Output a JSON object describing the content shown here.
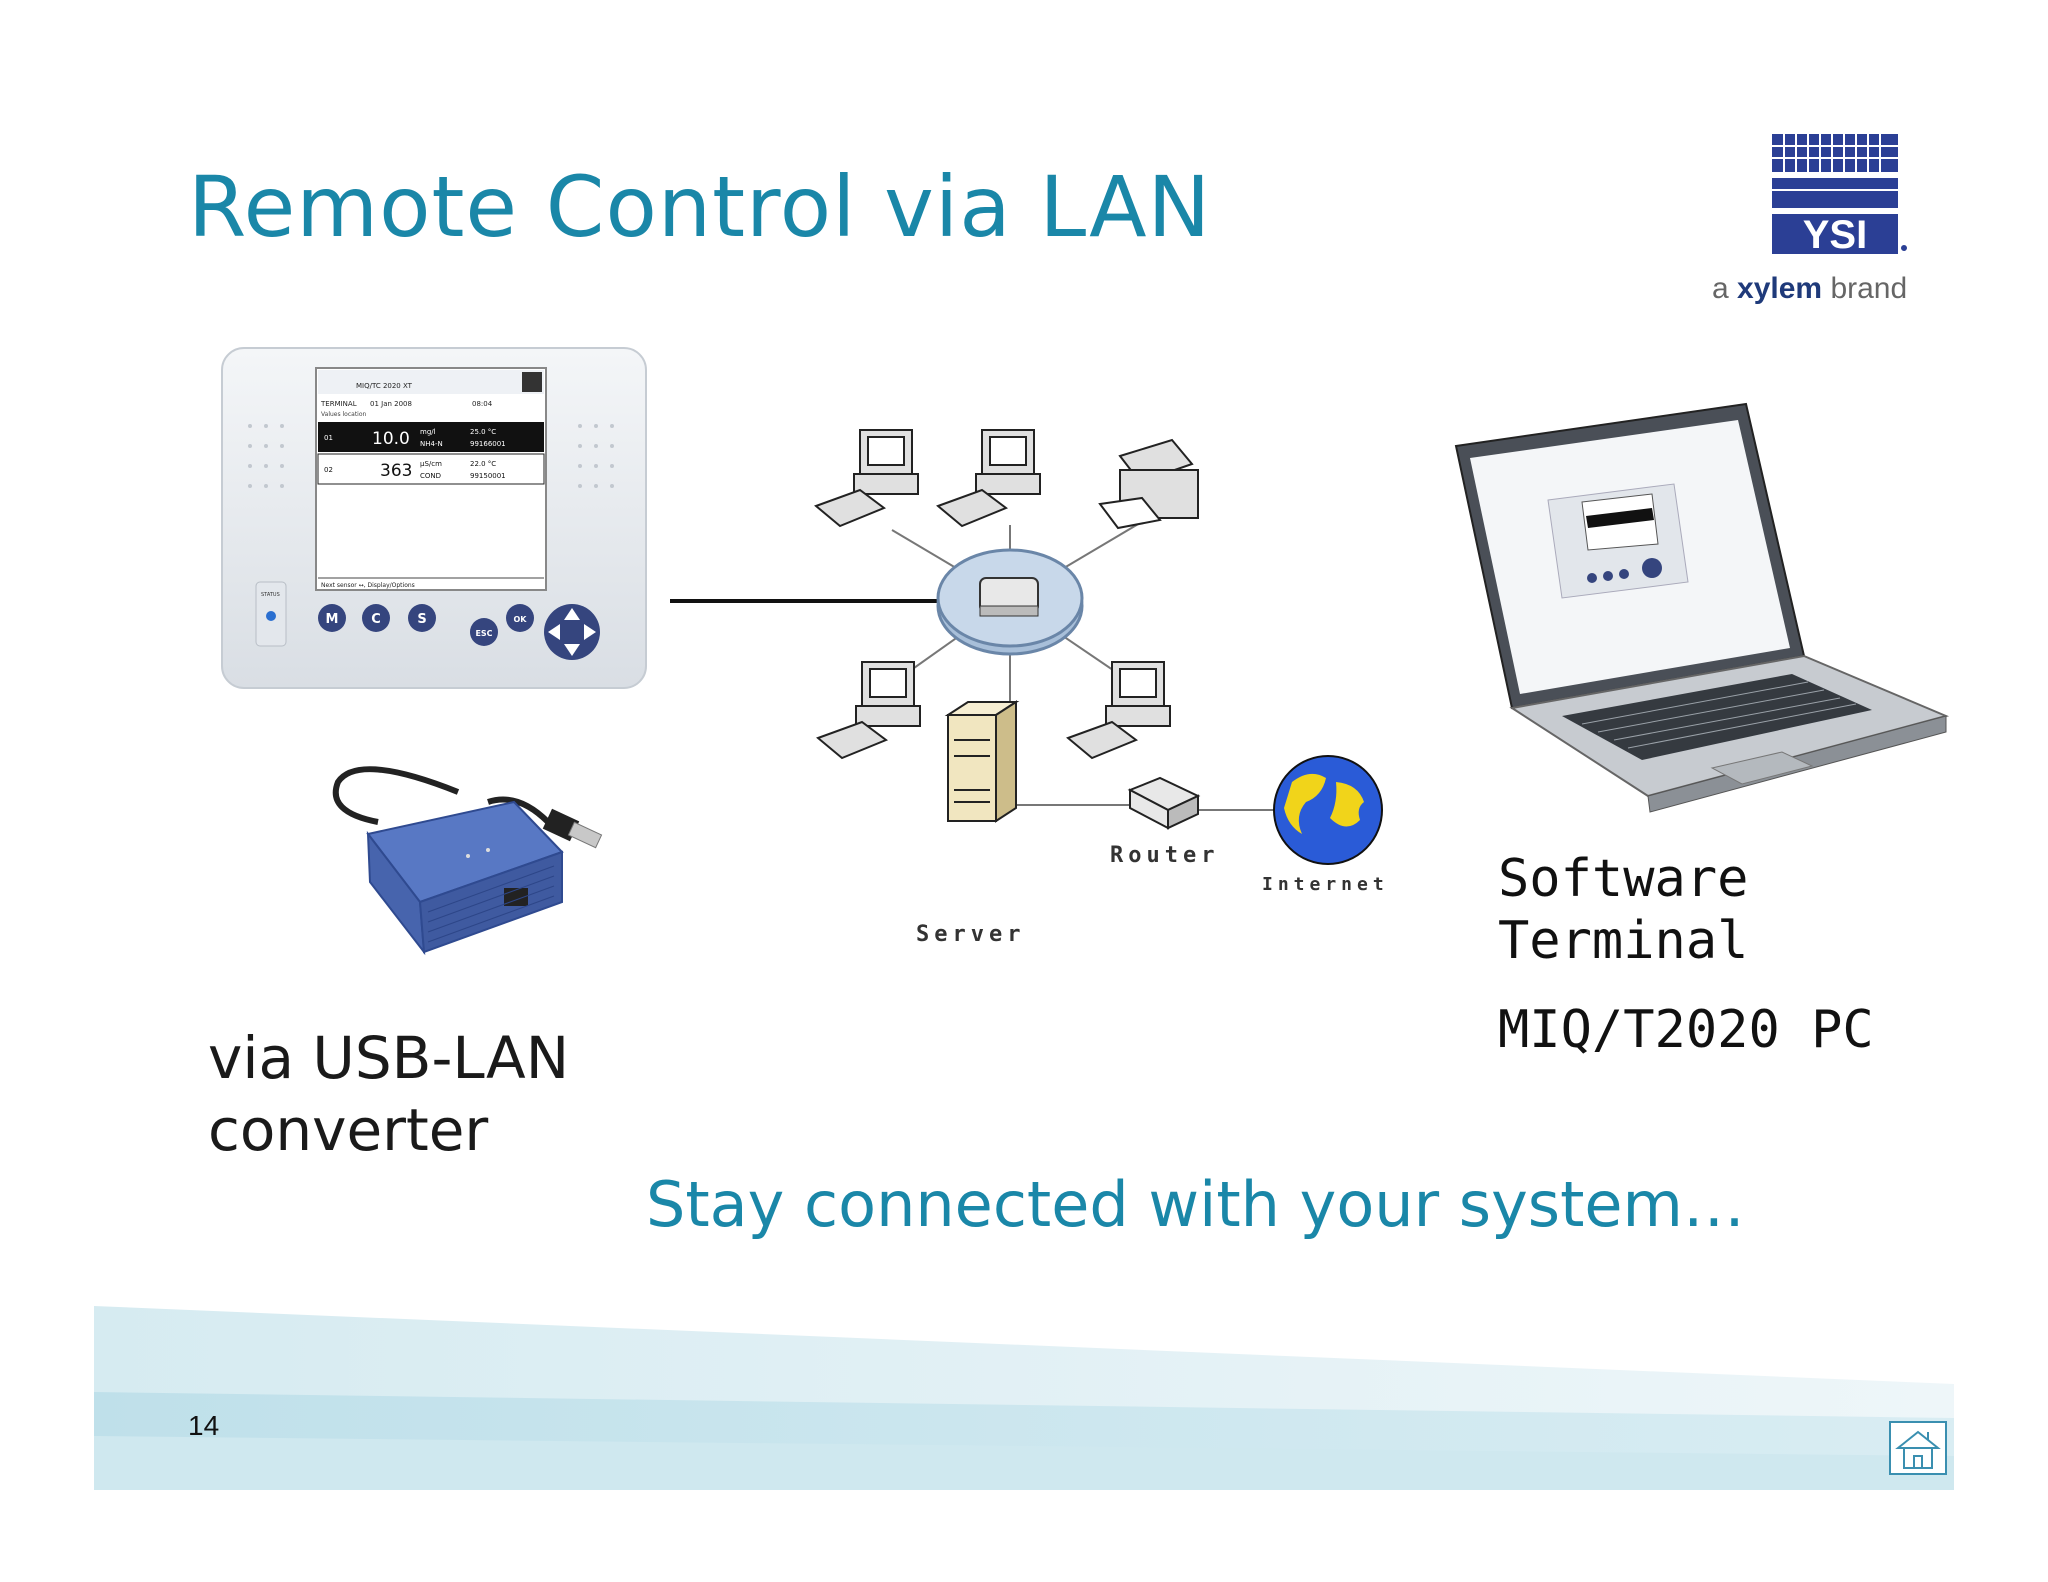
{
  "slide": {
    "title": "Remote Control via LAN",
    "logo": {
      "brand": "YSI",
      "tagline_prefix": "a ",
      "tagline_brand": "xylem",
      "tagline_suffix": " brand"
    },
    "controller": {
      "screen_header": "MIQ/TC 2020 XT",
      "screen_row_label": "TERMINAL",
      "screen_date": "01 Jan 2008",
      "screen_time": "08:04",
      "screen_sublabel": "Values  location",
      "reading1": {
        "value": "10.0",
        "unit": "mg/l",
        "param": "NH4-N",
        "temp": "25.0 °C",
        "serial": "99166001",
        "channel": "01"
      },
      "reading2": {
        "value": "363",
        "unit": "µS/cm",
        "param": "COND",
        "temp": "22.0 °C",
        "serial": "99150001",
        "channel": "02"
      },
      "screen_footer": "Next sensor ↔, Display/Options",
      "buttons": [
        "M",
        "C",
        "S",
        "ESC",
        "OK"
      ],
      "status_label": "STATUS"
    },
    "network": {
      "router_label": "Router",
      "internet_label": "Internet",
      "server_label": "Server"
    },
    "usb_label_line1": "via USB-LAN",
    "usb_label_line2": "converter",
    "software_line1": "Software",
    "software_line2": "Terminal",
    "software_model": "MIQ/T2020 PC",
    "tagline": "Stay connected with your system…",
    "page_number": "14"
  },
  "colors": {
    "title": "#1a87a8",
    "footer_band": "#cfe8ef",
    "logo_blue": "#2b3f95"
  }
}
